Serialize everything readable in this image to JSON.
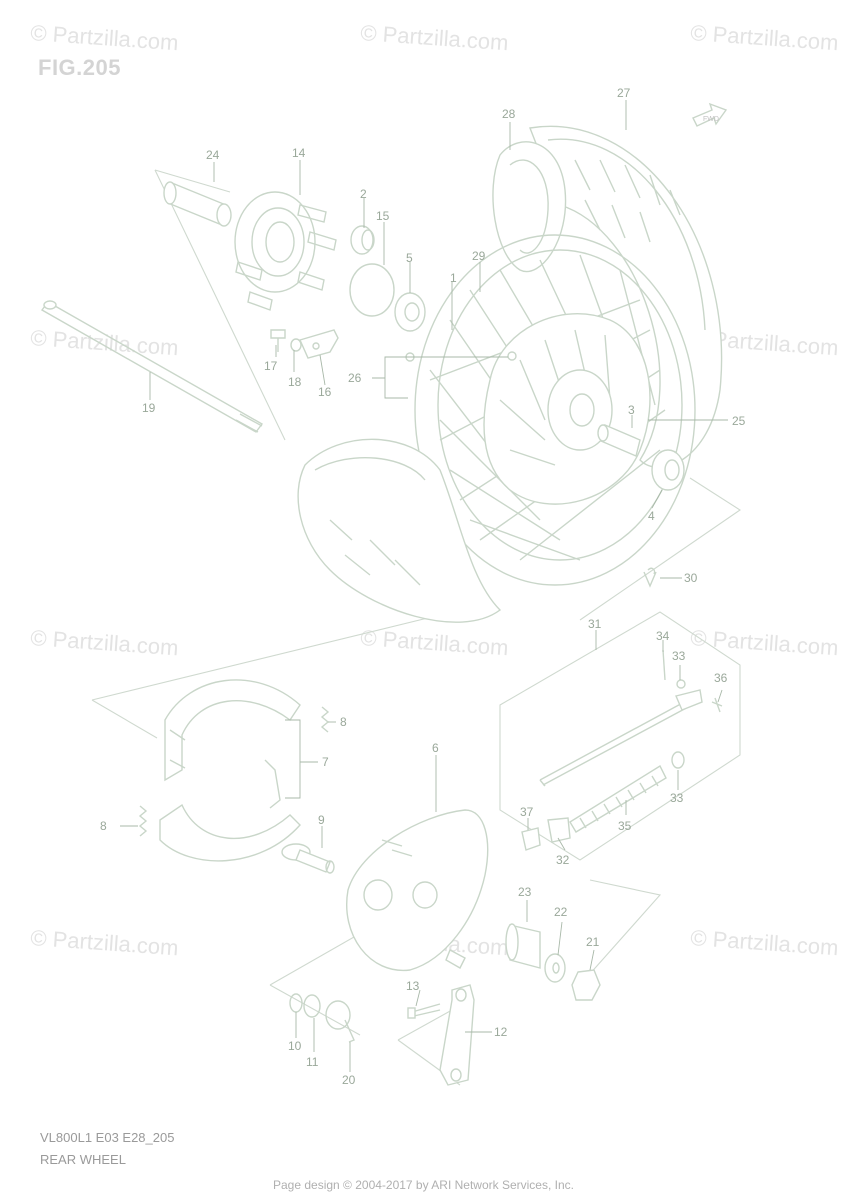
{
  "figure": {
    "title": "FIG.205"
  },
  "watermark": {
    "text": "© Partzilla.com"
  },
  "direction_arrow": {
    "label": "FWD"
  },
  "callouts": [
    {
      "id": "c1",
      "text": "1"
    },
    {
      "id": "c2",
      "text": "2"
    },
    {
      "id": "c3",
      "text": "3"
    },
    {
      "id": "c4",
      "text": "4"
    },
    {
      "id": "c5",
      "text": "5"
    },
    {
      "id": "c6",
      "text": "6"
    },
    {
      "id": "c7",
      "text": "7"
    },
    {
      "id": "c8a",
      "text": "8"
    },
    {
      "id": "c8b",
      "text": "8"
    },
    {
      "id": "c9",
      "text": "9"
    },
    {
      "id": "c10",
      "text": "10"
    },
    {
      "id": "c11",
      "text": "11"
    },
    {
      "id": "c12",
      "text": "12"
    },
    {
      "id": "c13",
      "text": "13"
    },
    {
      "id": "c14",
      "text": "14"
    },
    {
      "id": "c15",
      "text": "15"
    },
    {
      "id": "c16",
      "text": "16"
    },
    {
      "id": "c17",
      "text": "17"
    },
    {
      "id": "c18",
      "text": "18"
    },
    {
      "id": "c19",
      "text": "19"
    },
    {
      "id": "c20",
      "text": "20"
    },
    {
      "id": "c21",
      "text": "21"
    },
    {
      "id": "c22",
      "text": "22"
    },
    {
      "id": "c23",
      "text": "23"
    },
    {
      "id": "c24",
      "text": "24"
    },
    {
      "id": "c25",
      "text": "25"
    },
    {
      "id": "c26",
      "text": "26"
    },
    {
      "id": "c27",
      "text": "27"
    },
    {
      "id": "c28",
      "text": "28"
    },
    {
      "id": "c29",
      "text": "29"
    },
    {
      "id": "c30",
      "text": "30"
    },
    {
      "id": "c31",
      "text": "31"
    },
    {
      "id": "c32",
      "text": "32"
    },
    {
      "id": "c33a",
      "text": "33"
    },
    {
      "id": "c33b",
      "text": "33"
    },
    {
      "id": "c34",
      "text": "34"
    },
    {
      "id": "c35",
      "text": "35"
    },
    {
      "id": "c36",
      "text": "36"
    },
    {
      "id": "c37",
      "text": "37"
    }
  ],
  "model_code": "VL800L1 E03 E28_205",
  "section_name": "REAR WHEEL",
  "footer": "Page design © 2004-2017 by ARI Network Services, Inc."
}
